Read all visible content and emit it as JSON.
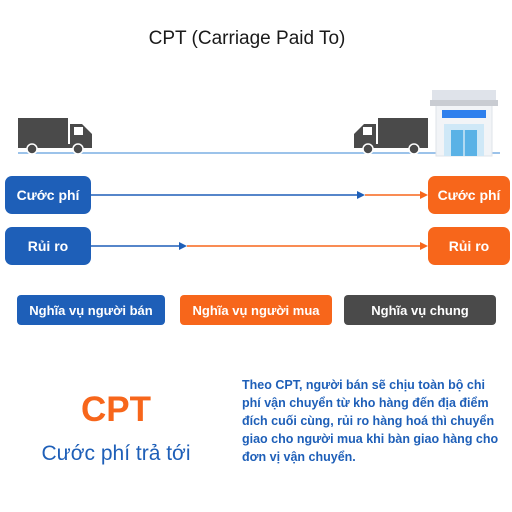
{
  "title": "CPT (Carriage Paid To)",
  "rows": [
    {
      "left_label": "Cước phí",
      "right_label": "Cước phí"
    },
    {
      "left_label": "Rủi ro",
      "right_label": "Rủi ro"
    }
  ],
  "legend": {
    "seller": "Nghĩa vụ người bán",
    "buyer": "Nghĩa vụ người mua",
    "shared": "Nghĩa vụ chung"
  },
  "summary": {
    "term": "CPT",
    "term_meaning": "Cước phí trả tới",
    "description": "Theo CPT, người bán sẽ chịu toàn bộ chi phí vận chuyển từ kho hàng đến địa điểm đích cuối cùng, rủi ro hàng hoá thì chuyển giao cho người mua khi bàn giao hàng cho đơn vị vận chuyển."
  },
  "colors": {
    "seller": "#1e5fb8",
    "buyer": "#f7661b",
    "shared": "#4a4a4a"
  },
  "icons": [
    "truck-icon",
    "warehouse-icon",
    "arrow-icon"
  ]
}
